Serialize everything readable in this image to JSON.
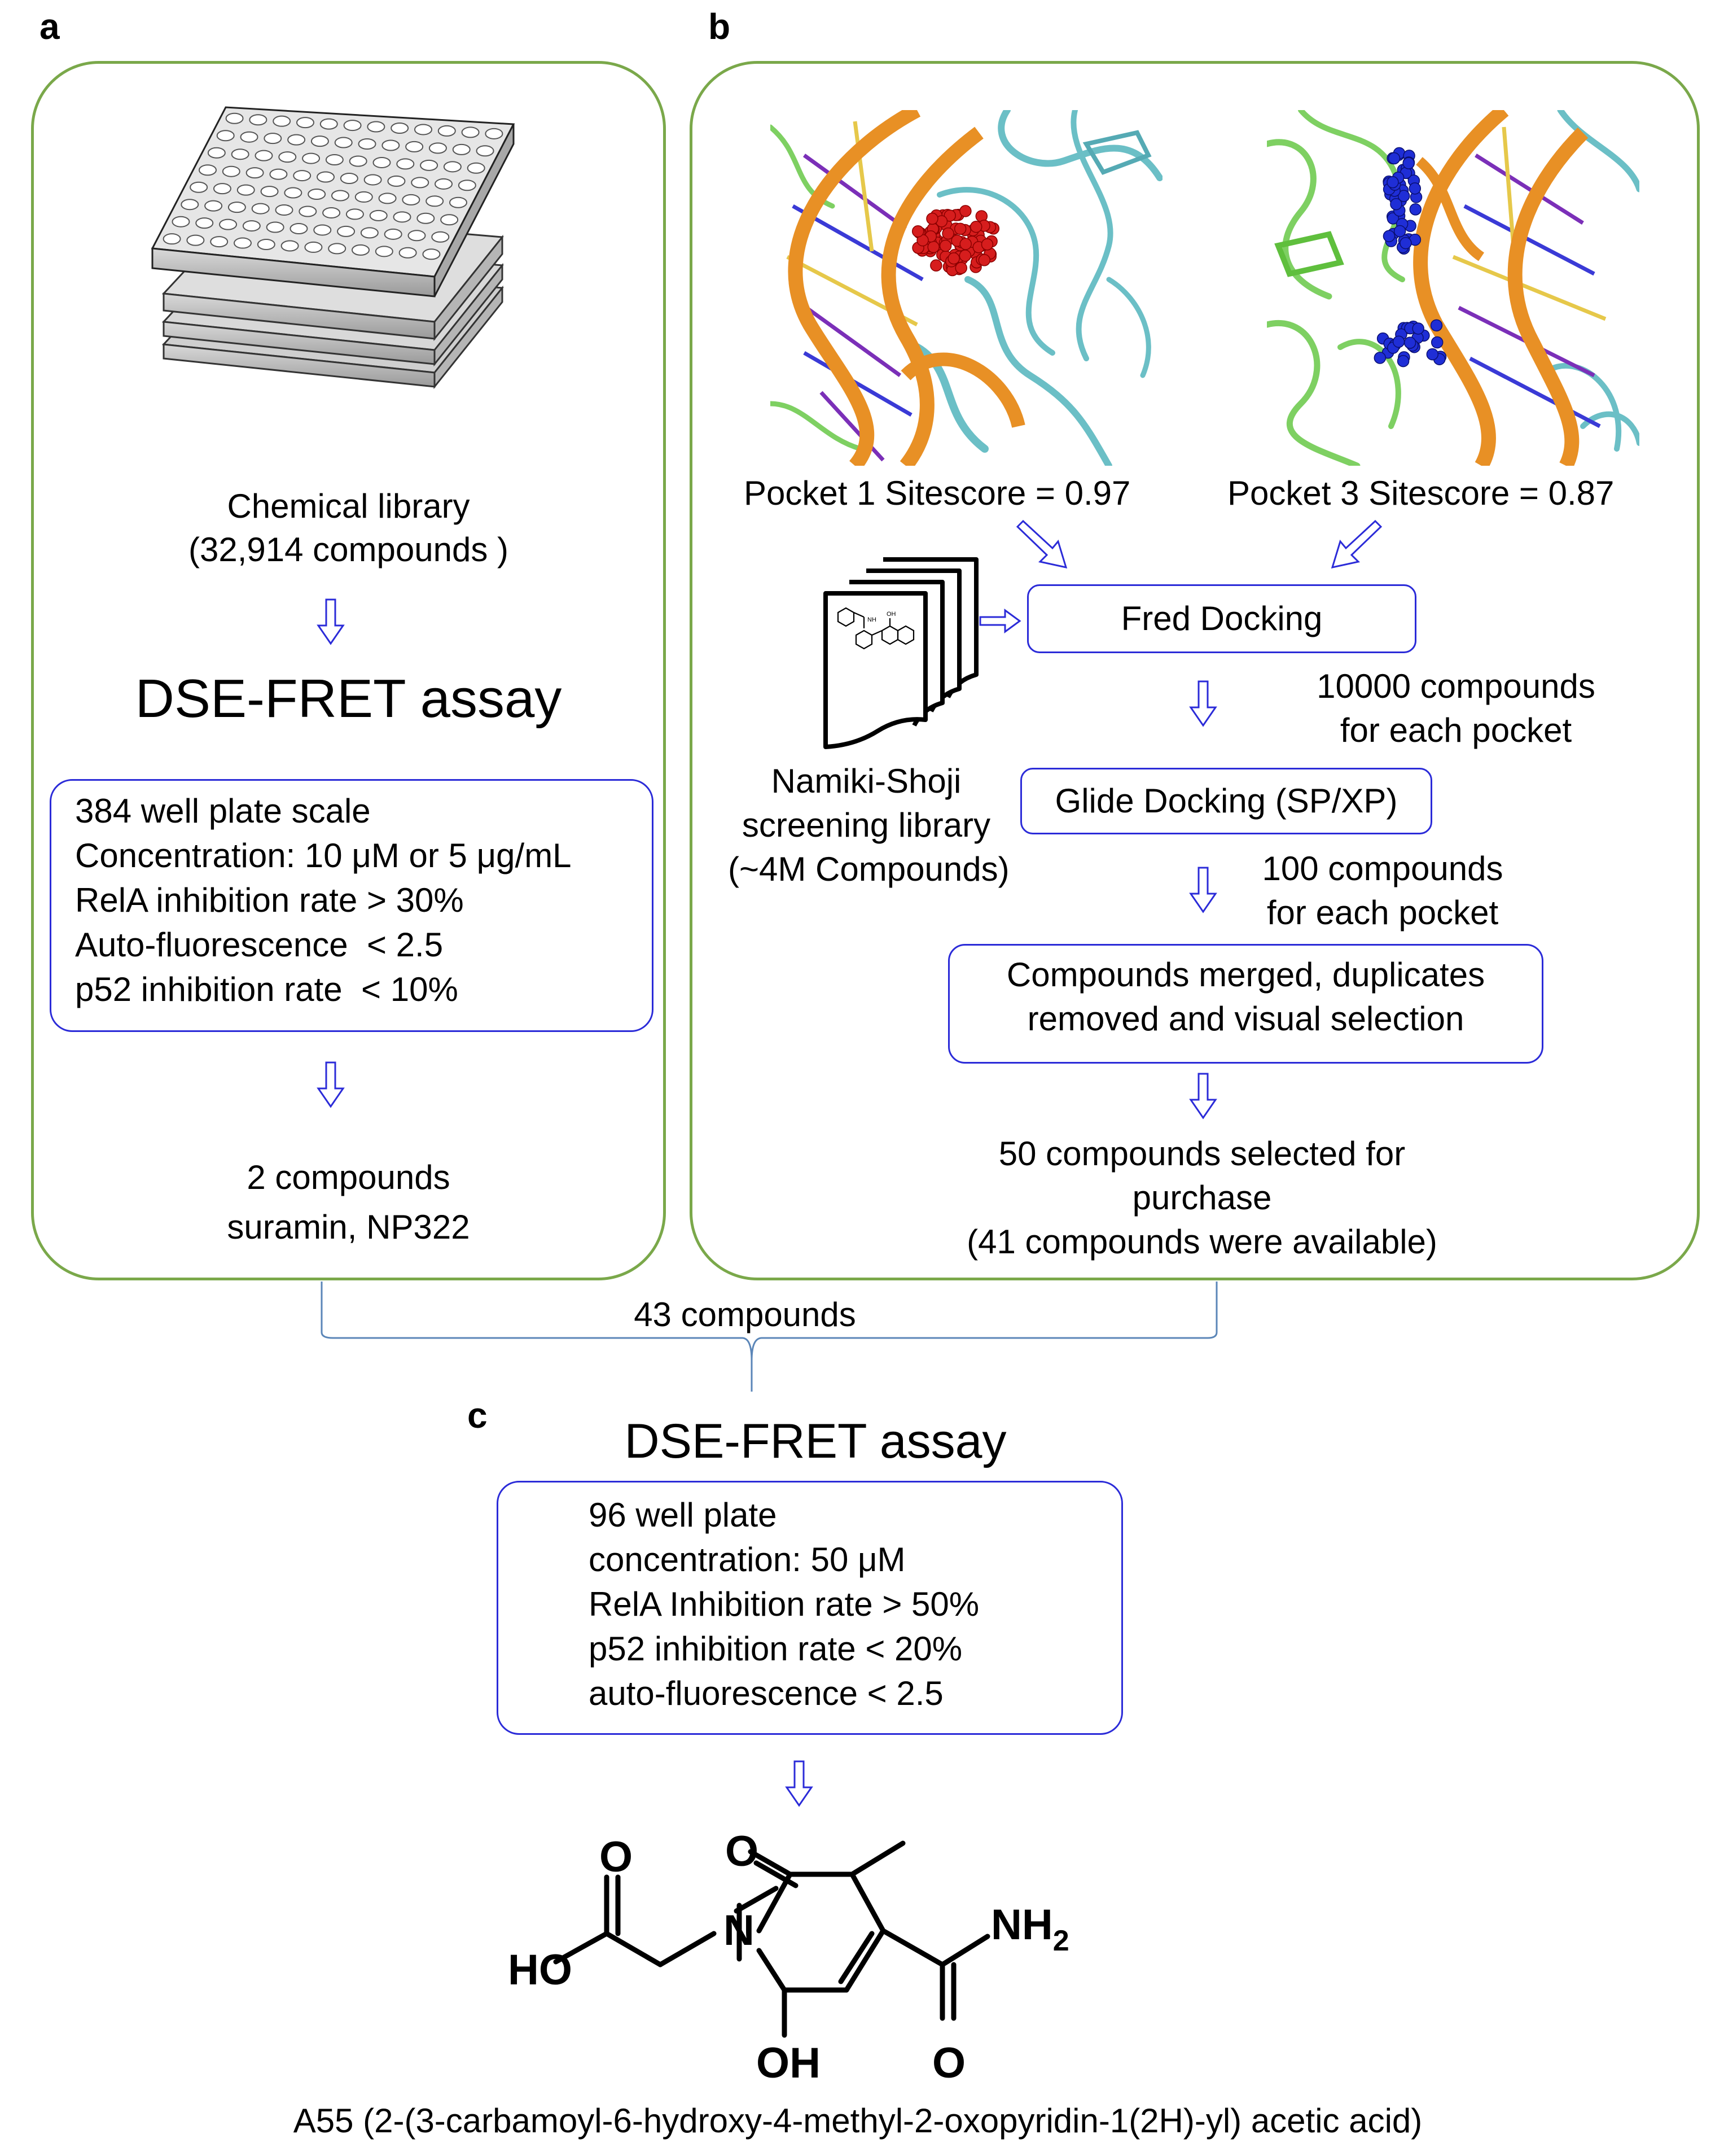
{
  "panels": {
    "a": {
      "letter": "a",
      "library_title": "Chemical library",
      "library_count": "(32,914 compounds )",
      "assay_title": "DSE-FRET assay",
      "criteria": [
        "384 well plate scale",
        "Concentration: 10 μM or 5 μg/mL",
        "RelA inhibition rate > 30%",
        "Auto-fluorescence  < 2.5",
        "p52 inhibition rate  < 10%"
      ],
      "result_line1": "2 compounds",
      "result_line2": "suramin, NP322"
    },
    "b": {
      "letter": "b",
      "pocket1_label": "Pocket 1 Sitescore = 0.97",
      "pocket3_label": "Pocket 3 Sitescore = 0.87",
      "library_line1": "Namiki-Shoji",
      "library_line2": "screening library",
      "library_line3": "(~4M Compounds)",
      "fred_docking": "Fred Docking",
      "step1_line1": "10000 compounds",
      "step1_line2": "for each pocket",
      "glide_docking": "Glide Docking (SP/XP)",
      "step2_line1": "100 compounds",
      "step2_line2": "for each pocket",
      "merge_line1": "Compounds merged, duplicates",
      "merge_line2": "removed and visual selection",
      "selected_line1": "50 compounds selected for",
      "selected_line2": "purchase",
      "selected_line3": "(41 compounds were available)"
    },
    "merge_label": "43 compounds",
    "c": {
      "letter": "c",
      "assay_title": "DSE-FRET assay",
      "criteria": [
        "96 well plate",
        "concentration: 50 μM",
        "RelA Inhibition rate > 50%",
        "p52 inhibition rate < 20%",
        "auto-fluorescence < 2.5"
      ],
      "atom_O1": "O",
      "atom_O2": "O",
      "atom_HO": "HO",
      "atom_N": "N",
      "atom_NH2": "NH",
      "atom_NH2_sub": "2",
      "atom_OH": "OH",
      "atom_O3": "O",
      "compound_caption": "A55 (2-(3-carbamoyl-6-hydroxy-4-methyl-2-oxopyridin-1(2H)-yl) acetic acid)"
    }
  },
  "colors": {
    "panel_border": "#7aa84a",
    "box_border": "#2b2bd8",
    "arrow": "#2b2bd8"
  },
  "icons": [
    "well-plate-stack-icon",
    "document-stack-icon",
    "open-arrow-down-icon",
    "open-arrow-right-icon",
    "open-arrow-diagonal-icon",
    "curly-brace-icon",
    "molecule-structure-icon"
  ]
}
